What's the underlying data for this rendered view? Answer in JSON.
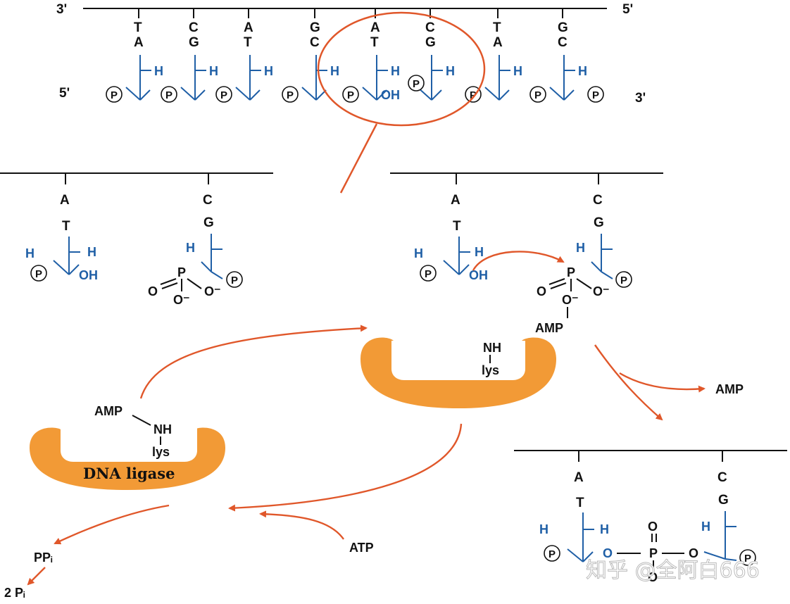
{
  "top": {
    "end_top_left": "3'",
    "end_top_right": "5'",
    "end_bottom_left": "5'",
    "end_bottom_right": "3'",
    "top_bases": [
      "T",
      "C",
      "A",
      "G",
      "A",
      "C",
      "T",
      "G"
    ],
    "bottom_bases": [
      "A",
      "G",
      "T",
      "C",
      "T",
      "G",
      "A",
      "C"
    ]
  },
  "labels": {
    "H": "H",
    "OH": "OH",
    "P": "P",
    "O": "O",
    "O_minus": "O⁻",
    "AMP": "AMP",
    "NH": "NH",
    "lys": "lys",
    "ATP": "ATP",
    "PPi": "PPᵢ",
    "two_pi": "2 Pᵢ",
    "ligase": "DNA ligase",
    "watermark": "知乎 @全阿白666"
  },
  "colors": {
    "arrow": "#e0572a",
    "enzyme": "#f29a36",
    "sugar": "#1f5fa6"
  }
}
